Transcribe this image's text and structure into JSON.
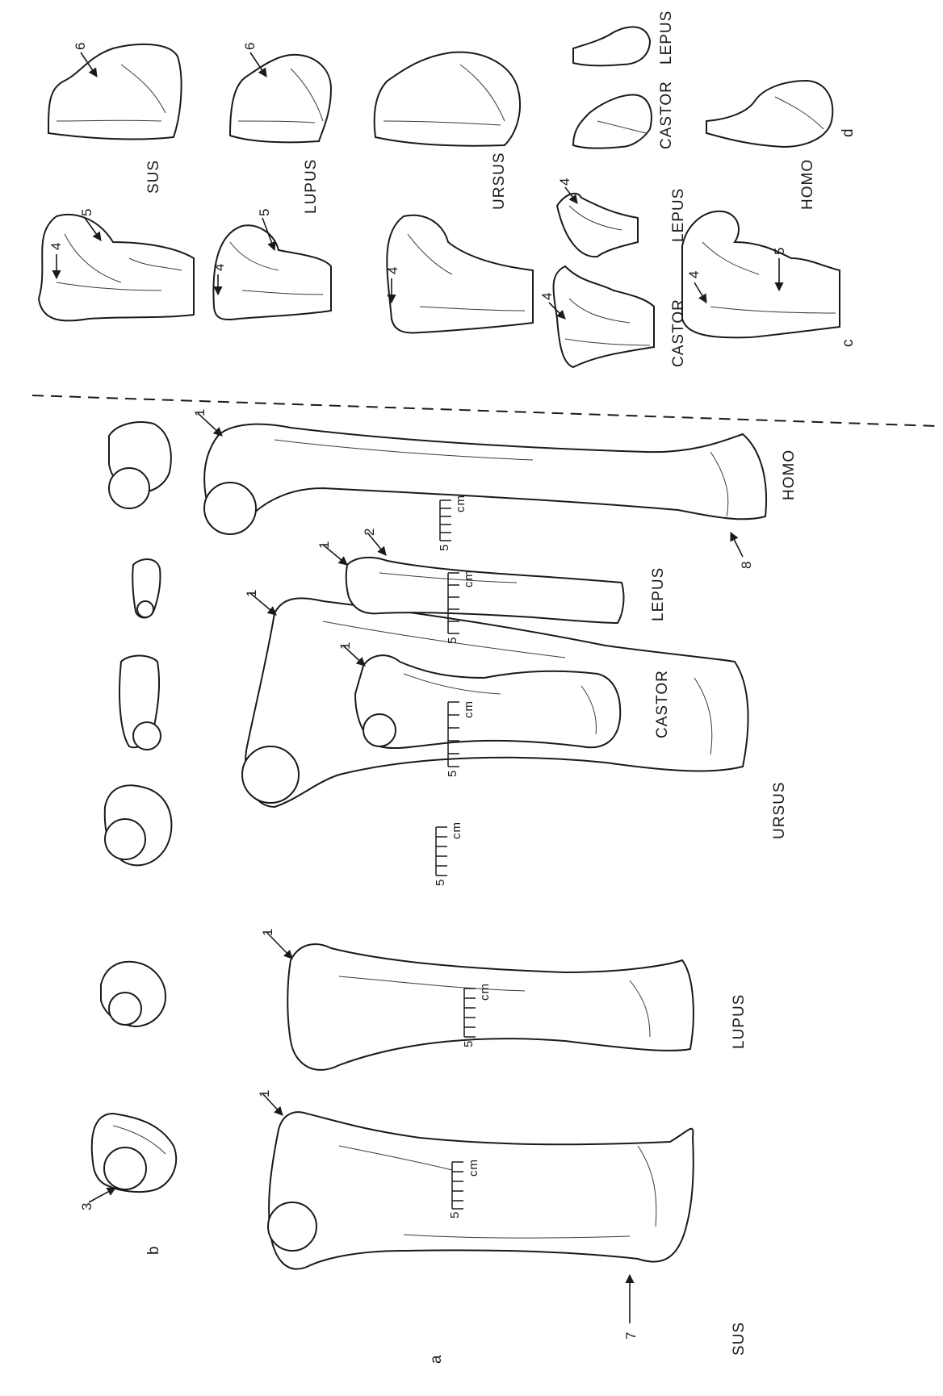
{
  "panels": {
    "a": "a",
    "b": "b",
    "c": "c",
    "d": "d"
  },
  "species": {
    "sus": "SUS",
    "lupus": "LUPUS",
    "ursus": "URSUS",
    "castor": "CASTOR",
    "lepus": "LEPUS",
    "homo": "HOMO"
  },
  "markers": [
    "1",
    "2",
    "3",
    "4",
    "5",
    "6",
    "7",
    "8"
  ],
  "scale_bar": {
    "value": "5",
    "unit": "cm"
  }
}
